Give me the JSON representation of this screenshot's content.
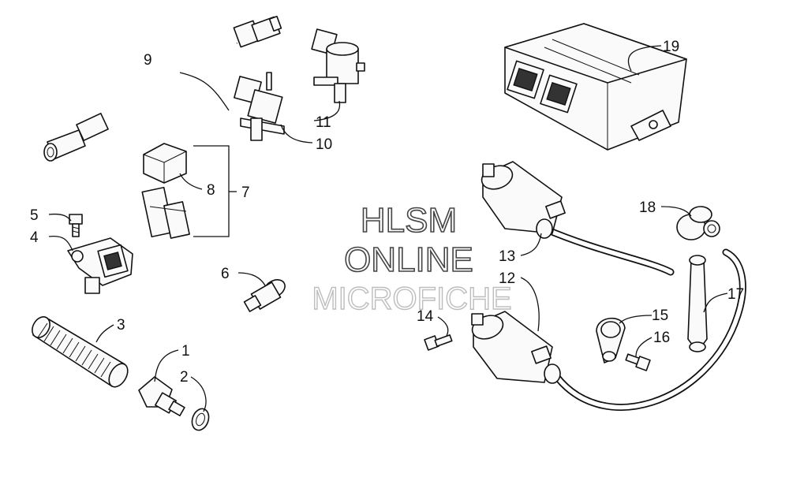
{
  "watermark": {
    "line1": "HLSM",
    "line2": "ONLINE",
    "line3": "MICROFICHE"
  },
  "callouts": [
    {
      "id": "c1",
      "label": "1"
    },
    {
      "id": "c2",
      "label": "2"
    },
    {
      "id": "c3",
      "label": "3"
    },
    {
      "id": "c4",
      "label": "4"
    },
    {
      "id": "c5",
      "label": "5"
    },
    {
      "id": "c6",
      "label": "6"
    },
    {
      "id": "c7",
      "label": "7"
    },
    {
      "id": "c8",
      "label": "8"
    },
    {
      "id": "c9",
      "label": "9"
    },
    {
      "id": "c10",
      "label": "10"
    },
    {
      "id": "c11",
      "label": "11"
    },
    {
      "id": "c12",
      "label": "12"
    },
    {
      "id": "c13",
      "label": "13"
    },
    {
      "id": "c14",
      "label": "14"
    },
    {
      "id": "c15",
      "label": "15"
    },
    {
      "id": "c16",
      "label": "16"
    },
    {
      "id": "c17",
      "label": "17"
    },
    {
      "id": "c18",
      "label": "18"
    },
    {
      "id": "c19",
      "label": "19"
    }
  ]
}
